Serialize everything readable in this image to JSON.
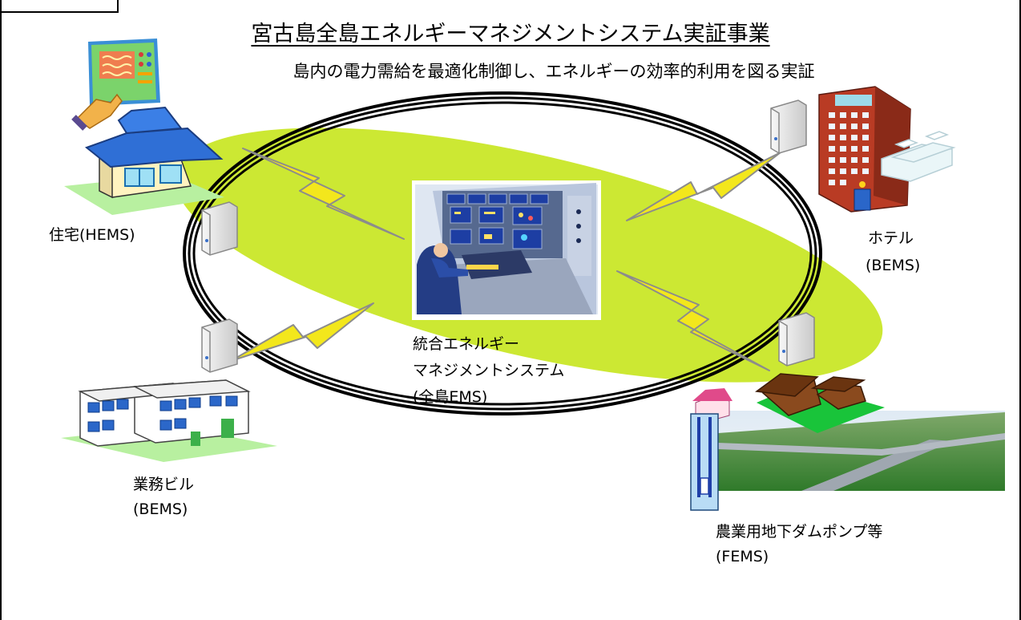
{
  "title": "宮古島全島エネルギーマネジメントシステム実証事業",
  "subtitle": "島内の電力需給を最適化制御し、エネルギーの効率的利用を図る実証",
  "center": {
    "line1": "統合エネルギー",
    "line2": "マネジメントシステム",
    "line3": "(全島EMS)"
  },
  "nodes": {
    "house": {
      "line1": "住宅(HEMS)"
    },
    "hotel": {
      "line1": "ホテル",
      "line2": "(BEMS)"
    },
    "office": {
      "line1": "業務ビル",
      "line2": "(BEMS)"
    },
    "farm": {
      "line1": "農業用地下ダムポンプ等",
      "line2": "(FEMS)"
    }
  },
  "colors": {
    "ring_fill": "#cce833",
    "lightning": "#f3e71c",
    "house_roof": "#2f6fd6",
    "hotel_wall": "#b93b24",
    "office_window": "#2b67c9",
    "farm_field": "#3f9a34"
  }
}
